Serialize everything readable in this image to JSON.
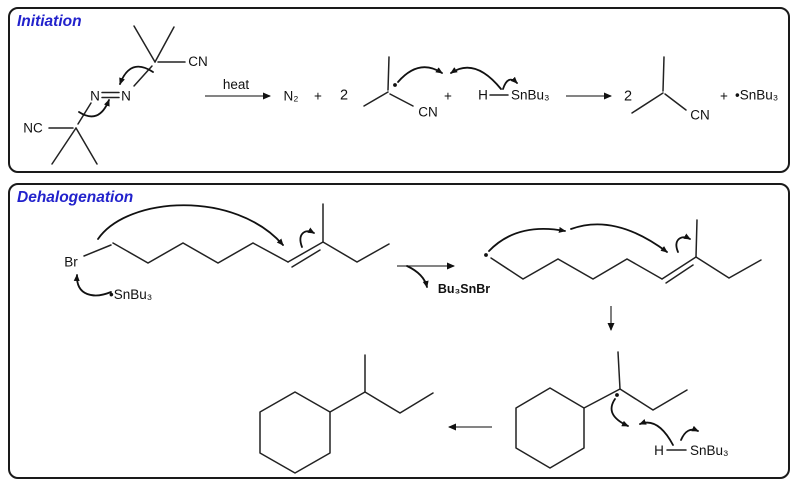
{
  "colors": {
    "accent_blue": "#2222cc",
    "ink": "#1a1a1a"
  },
  "initiation": {
    "title": "Initiation",
    "aibn": {
      "nc_left": "NC",
      "n_left": "N",
      "n_right": "N",
      "cn_right": "CN"
    },
    "heat_label": "heat",
    "n2": "N₂",
    "plus_1": "+",
    "coefficient_2a": "2",
    "radical_cn": "CN",
    "plus_2": "+",
    "h_label": "H",
    "snbu3_label": "SnBu₃",
    "coefficient_2b": "2",
    "product_cn": "CN",
    "plus_3": "+",
    "tin_radical": "•SnBu₃"
  },
  "dehalogenation": {
    "title": "Dehalogenation",
    "br_label": "Br",
    "tin_radical": "•SnBu₃",
    "byproduct": "Bu₃SnBr",
    "h_label": "H",
    "snbu3_label": "SnBu₃"
  }
}
